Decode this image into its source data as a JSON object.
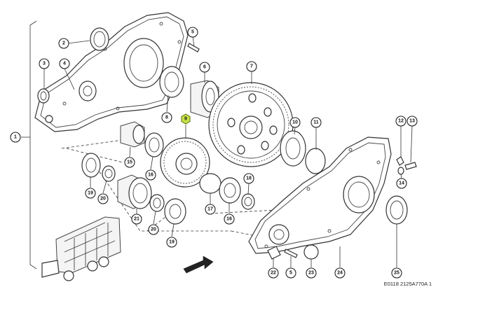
{
  "diagram": {
    "callouts": [
      "1",
      "2",
      "3",
      "4",
      "5",
      "6",
      "7",
      "8",
      "9",
      "10",
      "11",
      "12",
      "13",
      "14",
      "15",
      "16",
      "17",
      "18",
      "19",
      "20",
      "21",
      "19",
      "20",
      "16",
      "22",
      "5",
      "23",
      "24",
      "25"
    ],
    "highlighted": "9",
    "reference_code": "E0118 2125A770A 1",
    "highlight_color": "#c6e24a"
  }
}
